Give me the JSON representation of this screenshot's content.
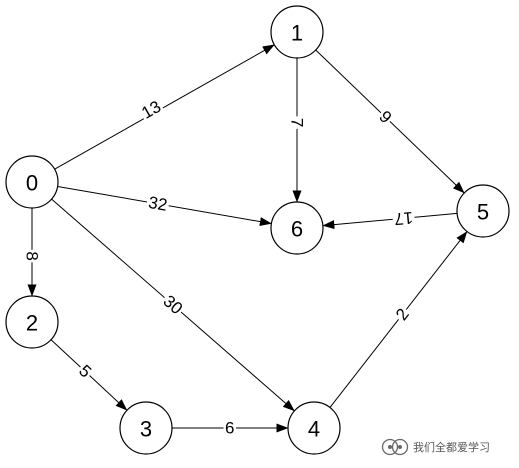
{
  "diagram": {
    "nodes": [
      {
        "id": "0",
        "label": "0"
      },
      {
        "id": "1",
        "label": "1"
      },
      {
        "id": "2",
        "label": "2"
      },
      {
        "id": "3",
        "label": "3"
      },
      {
        "id": "4",
        "label": "4"
      },
      {
        "id": "5",
        "label": "5"
      },
      {
        "id": "6",
        "label": "6"
      }
    ],
    "edges": [
      {
        "from": "0",
        "to": "1",
        "weight": "13"
      },
      {
        "from": "0",
        "to": "6",
        "weight": "32"
      },
      {
        "from": "0",
        "to": "4",
        "weight": "30"
      },
      {
        "from": "0",
        "to": "2",
        "weight": "8"
      },
      {
        "from": "1",
        "to": "6",
        "weight": "7"
      },
      {
        "from": "1",
        "to": "5",
        "weight": "9"
      },
      {
        "from": "5",
        "to": "6",
        "weight": "17"
      },
      {
        "from": "2",
        "to": "3",
        "weight": "5"
      },
      {
        "from": "3",
        "to": "4",
        "weight": "6"
      },
      {
        "from": "4",
        "to": "5",
        "weight": "2"
      }
    ],
    "directed": true,
    "colors": {
      "stroke": "#000000",
      "background": "#ffffff",
      "watermark": "#555555"
    }
  },
  "watermark": {
    "icon": "wechat-channel-icon",
    "text": "我们全都爱学习"
  }
}
